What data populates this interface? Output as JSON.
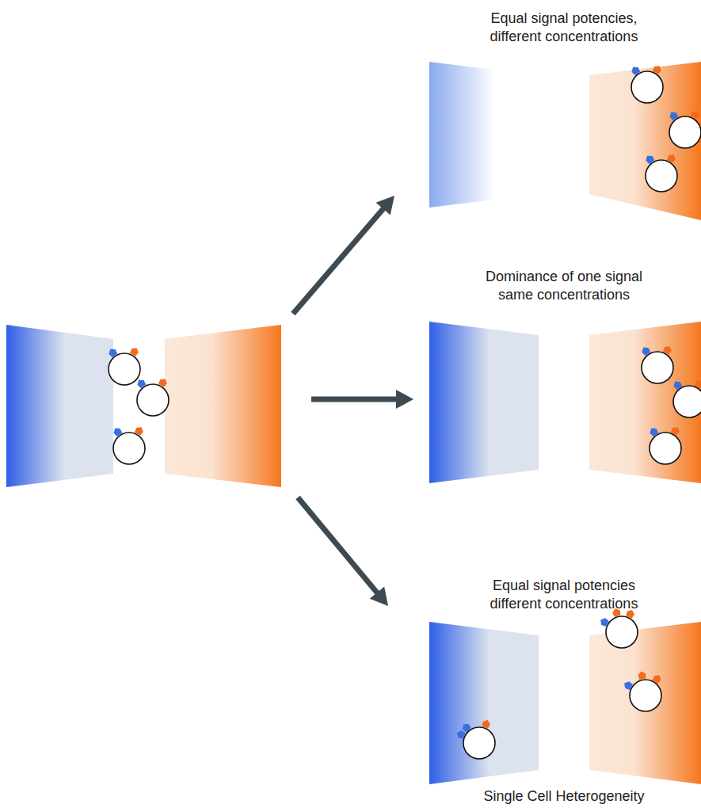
{
  "diagram": {
    "labels": [
      "Equal signal potencies, different concentrations",
      "Dominance of one signal same concentrations",
      "Equal signal potencies different concentrations",
      "Single Cell Heterogeneity"
    ]
  }
}
